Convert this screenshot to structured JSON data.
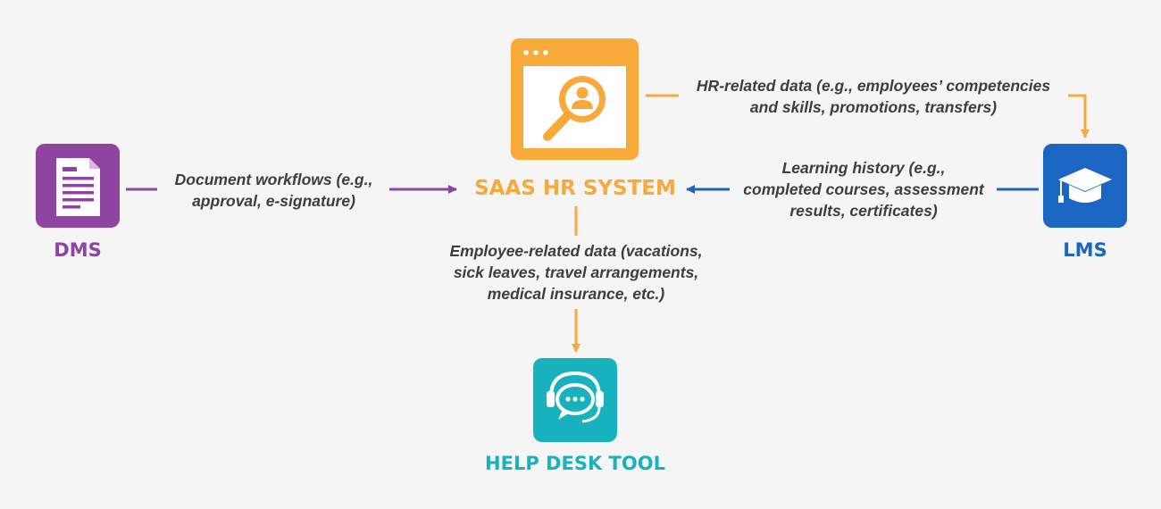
{
  "colors": {
    "dms": "#8e44a0",
    "hr": "#f7a93a",
    "lms": "#1a66c2",
    "helpdesk": "#17b2bd",
    "text": "#3d3d3d",
    "background": "#f5f5f5"
  },
  "nodes": {
    "dms": {
      "label": "DMS",
      "icon": "document-icon"
    },
    "hr": {
      "label": "SAAS HR SYSTEM",
      "icon": "browser-search-user-icon"
    },
    "lms": {
      "label": "LMS",
      "icon": "graduation-cap-icon"
    },
    "helpdesk": {
      "label": "HELP DESK TOOL",
      "icon": "headset-chat-icon"
    }
  },
  "edges": {
    "dms_to_hr": {
      "lines": [
        "Document workflows (e.g.,",
        "approval, e-signature)"
      ]
    },
    "hr_to_lms": {
      "lines": [
        "HR-related data (e.g., employees’ competencies",
        "and skills, promotions, transfers)"
      ]
    },
    "lms_to_hr": {
      "lines": [
        "Learning history (e.g.,",
        "completed courses, assessment",
        "results, certificates)"
      ]
    },
    "hr_to_helpdesk": {
      "lines": [
        "Employee-related data (vacations,",
        "sick leaves, travel arrangements,",
        "medical insurance, etc.)"
      ]
    }
  }
}
